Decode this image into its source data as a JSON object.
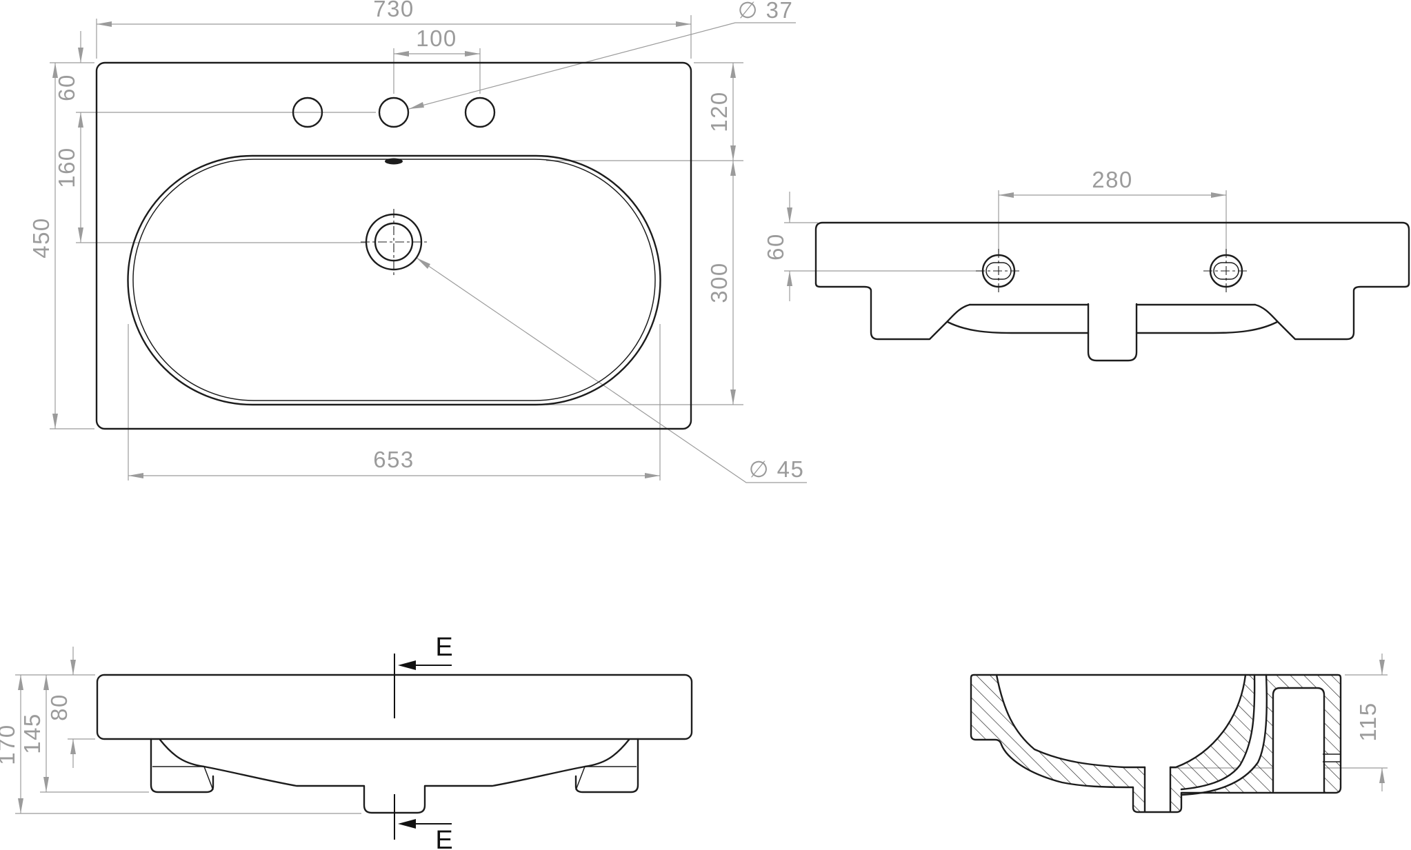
{
  "drawing": {
    "type": "washbasin-technical-drawing",
    "colors": {
      "outline": "#1c1c1c",
      "dimension": "#9b9b9b",
      "background": "#ffffff"
    },
    "views": {
      "plan": {
        "dims": {
          "overall_width": "730",
          "faucet_hole_spacing": "100",
          "faucet_hole_diameter": "∅ 37",
          "rim_to_faucet_holes": "60",
          "faucet_holes_to_drain": "160",
          "overall_depth": "450",
          "rim_to_basin": "120",
          "basin_front_to_back": "300",
          "basin_width": "653",
          "drain_diameter": "∅ 45"
        }
      },
      "rear": {
        "dims": {
          "mounting_hole_spacing": "280",
          "top_to_mounting_holes": "60"
        }
      },
      "front": {
        "dims": {
          "rim_thickness": "80",
          "top_to_bracket_bottom": "145",
          "overall_height": "170"
        },
        "section_marks": {
          "top": "E",
          "bottom": "E"
        }
      },
      "section_ee": {
        "dims": {
          "basin_inner_depth": "115"
        }
      }
    }
  }
}
